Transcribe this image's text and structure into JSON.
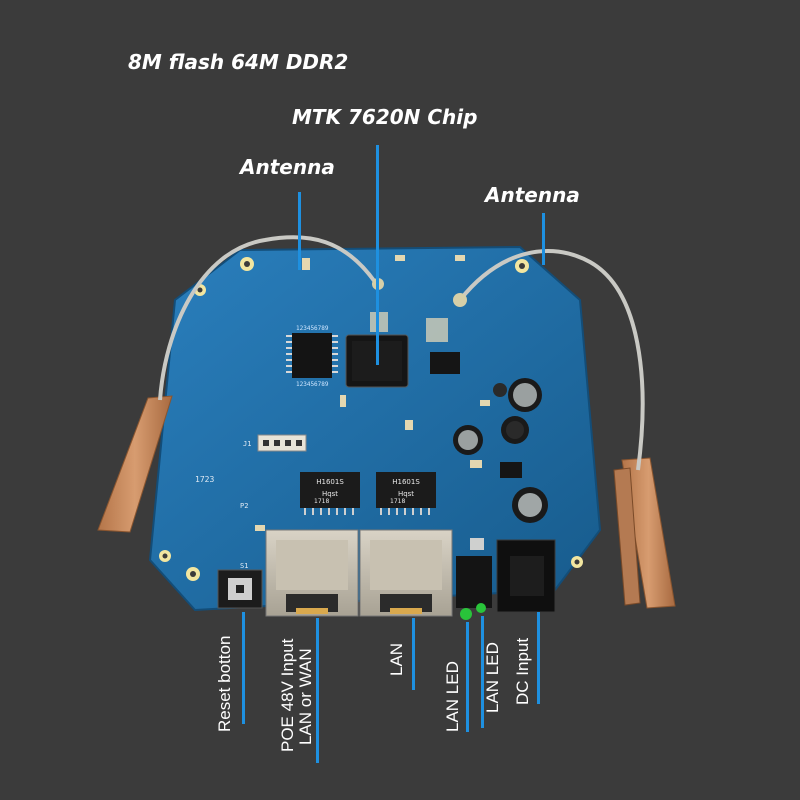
{
  "labels": {
    "memory": "8M flash 64M DDR2",
    "chip": "MTK 7620N Chip",
    "antenna_left": "Antenna",
    "antenna_right": "Antenna"
  },
  "port_labels": {
    "reset": "Reset botton",
    "poe_line1": "POE 48V Input",
    "poe_line2": "LAN or WAN",
    "lan": "LAN",
    "lan_led_1": "LAN LED",
    "lan_led_2": "LAN LED",
    "dc": "DC Input"
  },
  "board_text": {
    "magnetics_1": "H1601S",
    "magnetics_2": "H1601S",
    "mag_brand_1": "Hqst",
    "mag_brand_2": "Hqst",
    "mag_code_1": "1718",
    "mag_code_2": "1718",
    "silk_left": "1723",
    "silk_j": "J1",
    "silk_s": "S1",
    "silk_p": "P2",
    "flash_code": "123456789"
  },
  "colors": {
    "background": "#3b3b3b",
    "pcb": "#1f6fa8",
    "pcb_dark": "#175d90",
    "pointer": "#1e90e0",
    "antenna_copper": "#c8875a",
    "led": "#29c43a"
  }
}
